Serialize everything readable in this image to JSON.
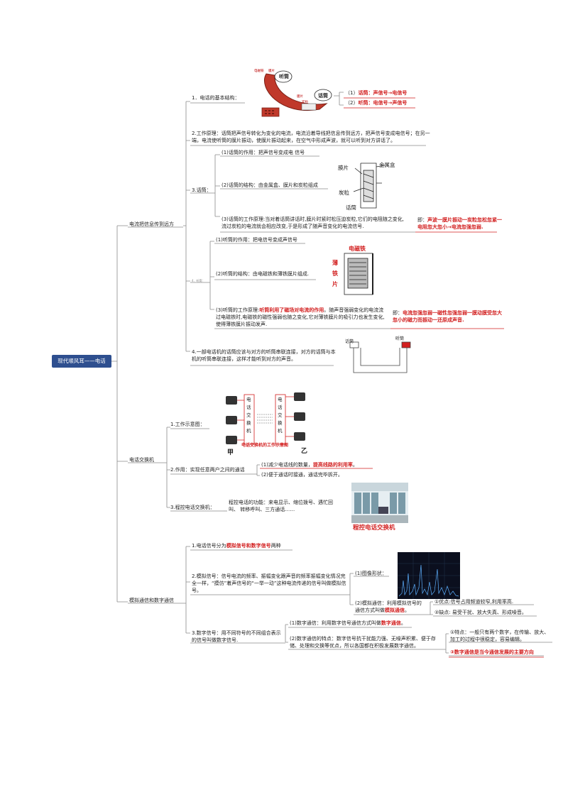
{
  "root": "现代顺风耳——电话",
  "branches": {
    "b1": "电流把信息传到远方",
    "b2": "电话交换机",
    "b3": "模拟通信和数字通信"
  },
  "s1": {
    "n1_label": "1．电话的基本结构：",
    "n1_phone_labels": {
      "receiver": "听筒",
      "mic": "话筒",
      "a": "电磁铁",
      "b": "膜片",
      "c": "膜片",
      "d": "炭粒"
    },
    "n1_r1_prefix": "（1）",
    "n1_r1_red": "话筒：声信号→电信号",
    "n1_r2_prefix": "（2）",
    "n1_r2_red": "听筒：电信号→声信号",
    "n2": "2.工作原理：话筒把声信号转化为变化的电流，电流沿着导线把信息传到远方，把声信号变成电信号；在另一端，电流使听筒的膜片振动，使膜片振动起来，在空气中形成声波，就可以听到对方讲话了。",
    "n3_label": "3.话筒：",
    "n3_1": "(1)话筒的作用：把声信号变成电 信号",
    "n3_2": "(2)话筒的结构：由金属盒、膜片和炭粒组成",
    "n3_3": "(3)话筒的工作原理:当对着话筒讲话时,膜片时紧时松压迫炭粒,它们的电阻随之变化,流过炭粒的电流就会相应改变,于是形成了随声音变化的电流信号.",
    "n3_fig": {
      "a": "膜片",
      "b": "金属盒",
      "c": "炭粒",
      "d": "话筒"
    },
    "n3_note_pre": "即：",
    "n3_note_red": "声波一膜片振动一炭粒忽松忽紧一电阻忽大忽小→电流忽强忽弱.",
    "n4_label": "4．听筒：",
    "n4_1": "(1)听筒的作用：把电信号变成声信号",
    "n4_2": "(2)听筒的结构：由电磁铁和薄铁膜片组成.",
    "n4_fig": {
      "a": "电磁铁",
      "b": "薄",
      "c": "铁",
      "d": "片"
    },
    "n4_3_pre": "(3)听筒的工作原理:",
    "n4_3_red": "听筒利用了磁场对电流的作用",
    "n4_3_post": "。随声音强弱变化的电流流过电磁铁时,电磁铁的磁性强弱也随之变化,它对薄铁膜片的吸引力也发生变化,使得薄铁膜片振动发声.",
    "n4_note_pre": "即：",
    "n4_note_red": "电流忽强忽弱一磁性忽强忽弱一膜动膜受忽大忽小的磁力而振动一还原成声音.",
    "n5": "4.一部电话机的话筒应该与对方的听筒串联连接，对方的话筒与本机的听筒串联连接，这样才能听到对方的声音。",
    "n5_fig": {
      "a": "话筒",
      "b": "听筒"
    }
  },
  "s2": {
    "n1_label": "1.工作示意图：",
    "n1_fig": {
      "col1": [
        "电",
        "话",
        "交",
        "换",
        "机"
      ],
      "col2": [
        "电",
        "话",
        "交",
        "换",
        "机"
      ],
      "left": "甲",
      "right": "乙",
      "caption": "电话交换机的工作示意图"
    },
    "n2_label": "2.作用：实现任意两户之间的通话",
    "n2_1_pre": "(1)减少电话线的数量，",
    "n2_1_red": "提高线路的利用率",
    "n2_1_post": "。",
    "n2_2": "(2)便于通话时接通，通话完毕拆开。",
    "n3_label": "3.程控电话交换机：",
    "n3_text": "程控电话的功能：来电显示、缩位拨号、遇忙回叫、 转移呼叫、三方通话……",
    "n3_caption": "程控电话交换机"
  },
  "s3": {
    "n1_pre": "1.电话信号分为",
    "n1_red": "模拟信号和数字信号",
    "n1_post": "两种",
    "n2": "2.模拟信号：信号电流的频率、振幅变化跟声音的频率振幅变化情况完全一样，“摸仿”着声信号的“一举一动”这种电流传递的信号叫做模拟信号。",
    "n2_1": "(1)图像形状：",
    "n2_2_pre": "(2)模拟通信：利用模拟信号的通信方式叫做",
    "n2_2_red": "模拟通信",
    "n2_2_post": "。",
    "n2_2a": "①优点:信号占用频道较窄,利用率高.",
    "n2_2b": "②缺点: 易受干扰、放大失真、形成噪音。",
    "n3": "3.数字信号：用不同符号的不同组合表示的信号叫做数字信号.",
    "n3_1_pre": "(1)数字通信：利用数字信号通信方式叫做",
    "n3_1_red": "数字通信",
    "n3_1_post": "。",
    "n3_2": "(2)数字通信的特点：数字信号抗干扰能力强、无噪声积累、便于存储、处理和交换等优点，所以各国都在积极发展数字通信。",
    "n3_2a": "①特点：一般只有两个数字，在传输、放大、加工的过程中很稳定，容易编辑。",
    "n3_2b_red": "②数字通信是当今通信发展的主要方向"
  },
  "colors": {
    "root_bg": "#2e4f8f",
    "accent_red": "#d21f1f",
    "line": "#888888"
  }
}
